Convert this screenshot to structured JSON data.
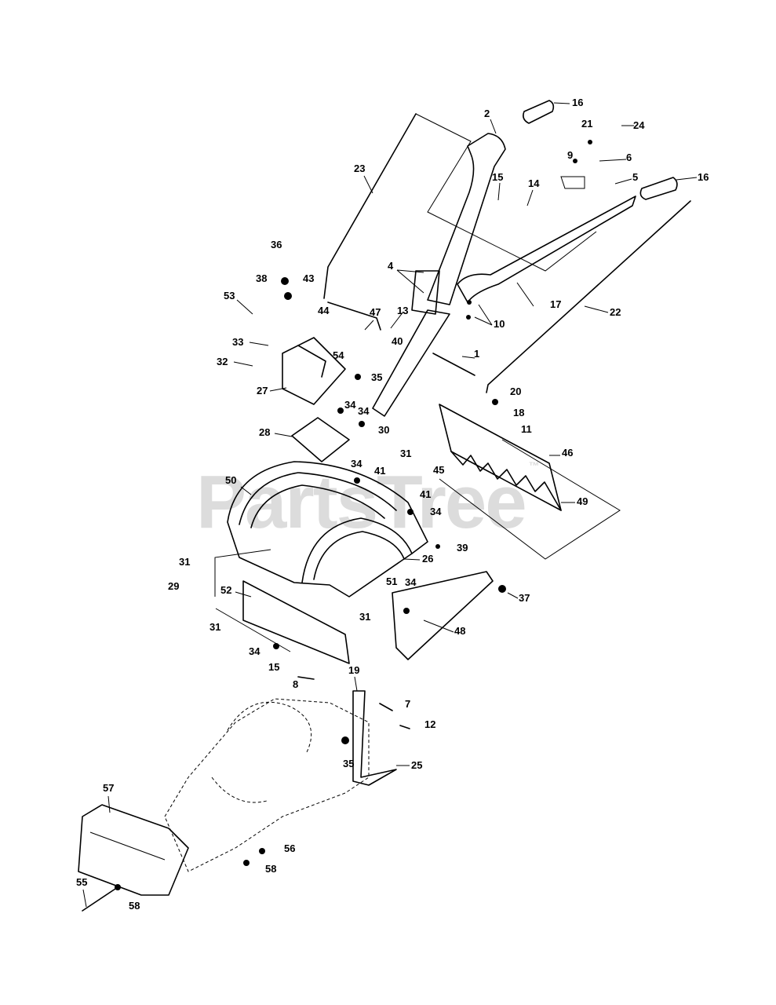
{
  "watermark": {
    "text": "PartsTree",
    "tm": "™"
  },
  "callouts": [
    "1",
    "2",
    "4",
    "5",
    "6",
    "7",
    "8",
    "9",
    "10",
    "11",
    "12",
    "13",
    "14",
    "15",
    "15",
    "16",
    "16",
    "17",
    "18",
    "19",
    "20",
    "21",
    "22",
    "23",
    "24",
    "25",
    "26",
    "27",
    "28",
    "29",
    "30",
    "31",
    "31",
    "31",
    "31",
    "32",
    "33",
    "34",
    "34",
    "34",
    "34",
    "34",
    "34",
    "35",
    "35",
    "36",
    "37",
    "38",
    "39",
    "40",
    "41",
    "41",
    "43",
    "44",
    "45",
    "46",
    "47",
    "48",
    "49",
    "50",
    "51",
    "52",
    "53",
    "54",
    "55",
    "56",
    "57",
    "58",
    "58"
  ]
}
